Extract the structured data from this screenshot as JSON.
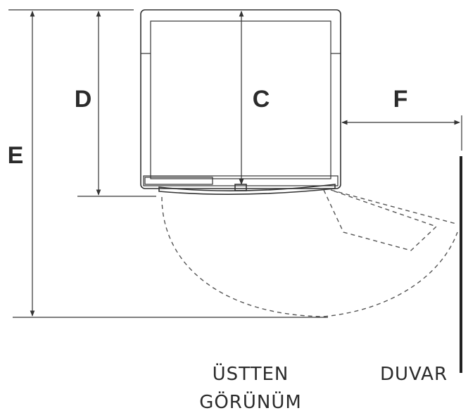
{
  "dimensions": {
    "c": "C",
    "d": "D",
    "e": "E",
    "f": "F"
  },
  "captions": {
    "top_view_line1": "ÜSTTEN",
    "top_view_line2": "GÖRÜNÜM",
    "wall": "DUVAR"
  }
}
